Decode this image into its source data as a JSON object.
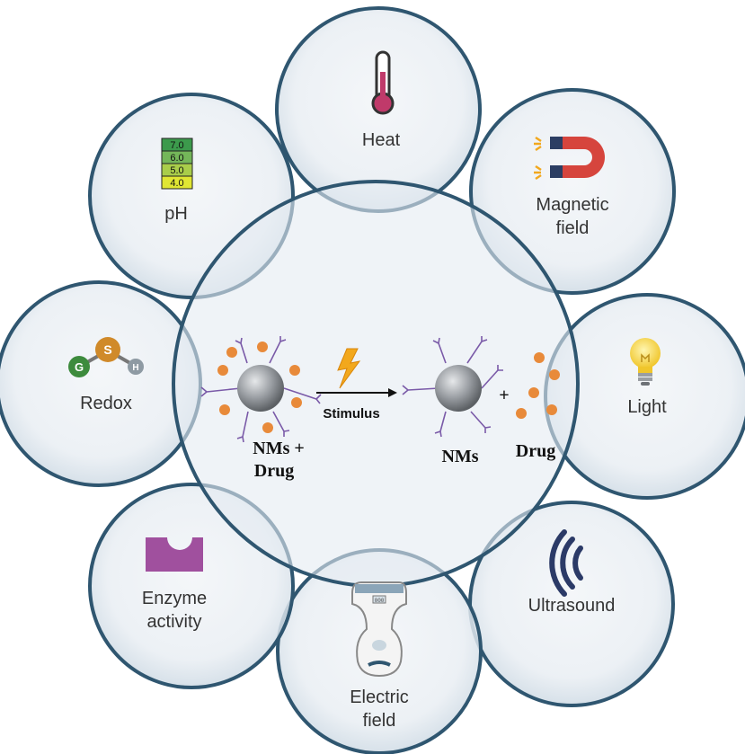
{
  "center": {
    "before_label_line1": "NMs +",
    "before_label_line2": "Drug",
    "arrow_label": "Stimulus",
    "after_label": "NMs",
    "plus": "+",
    "drug_label": "Drug"
  },
  "stimuli": {
    "heat": "Heat",
    "magnetic_line1": "Magnetic",
    "magnetic_line2": "field",
    "light": "Light",
    "ultrasound": "Ultrasound",
    "electric_line1": "Electric",
    "electric_line2": "field",
    "enzyme_line1": "Enzyme",
    "enzyme_line2": "activity",
    "redox": "Redox",
    "ph": "pH"
  },
  "ph_scale": [
    "7.0",
    "6.0",
    "5.0",
    "4.0"
  ],
  "redox_atoms": {
    "g": "G",
    "s": "S",
    "h": "H"
  },
  "device_display": "000",
  "colors": {
    "bubble_fill": "#e6edf3",
    "bubble_stroke": "#2f5670",
    "particle": "#9a9ea3",
    "drug_dot": "#e88a3a",
    "ligand": "#7a5aa8",
    "bolt": "#f2a81d",
    "magnet_red": "#d6453d",
    "magnet_blue": "#2c3e63",
    "enzyme": "#a0509e",
    "ultrasound": "#2b3a67",
    "bulb": "#f3d23c",
    "thermo": "#c03a6a"
  }
}
